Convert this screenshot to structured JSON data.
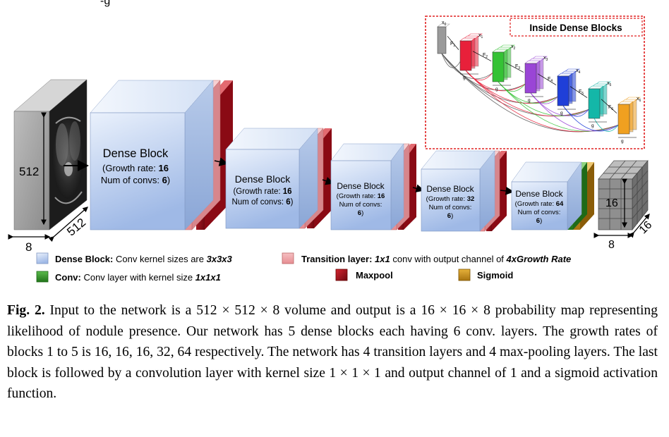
{
  "top_edge_text": "-g",
  "input_volume": {
    "height_label": "512",
    "depth_label": "512",
    "width_label": "8"
  },
  "dense_blocks": [
    {
      "title": "Dense Block",
      "growth": "(Growth rate: ",
      "growth_value": "16",
      "growth_end": "",
      "convs": "Num of convs: ",
      "convs_value": "6",
      "convs_end": ")"
    },
    {
      "title": "Dense Block",
      "growth": "(Growth rate: ",
      "growth_value": "16",
      "growth_end": "",
      "convs": "Num of convs: ",
      "convs_value": "6",
      "convs_end": ")"
    },
    {
      "title": "Dense Block",
      "growth": "(Growth rate: ",
      "growth_value": "16",
      "growth_end": "",
      "convs": "Num of convs:",
      "convs_value": "6",
      "convs_end": ")"
    },
    {
      "title": "Dense Block",
      "growth": "(Growth rate: ",
      "growth_value": "32",
      "growth_end": "",
      "convs": "Num of convs:",
      "convs_value": "6",
      "convs_end": ")"
    },
    {
      "title": "Dense Block",
      "growth": "(Growth rate: ",
      "growth_value": "64",
      "growth_end": "",
      "convs": "Num of convs:",
      "convs_value": "6",
      "convs_end": ")"
    }
  ],
  "output_volume": {
    "height_label": "16",
    "width_label": "8",
    "depth_label": "16"
  },
  "inset": {
    "title": "Inside Dense Blocks",
    "x_labels": [
      "x",
      "x",
      "x",
      "x",
      "x",
      "x",
      "x"
    ],
    "x_subscripts": [
      "0",
      "1",
      "2",
      "3",
      "4",
      "5",
      "6"
    ],
    "f_labels": [
      "F",
      "F",
      "F",
      "F",
      "F",
      "F"
    ],
    "f_subscripts": [
      "1",
      "2",
      "3",
      "4",
      "5",
      "6"
    ],
    "g_label": "g",
    "block_colors": [
      "#e8203a",
      "#35c235",
      "#9a45d6",
      "#1f3fd8",
      "#14b7a8",
      "#f0a020"
    ]
  },
  "legend": {
    "dense_block_bold": "Dense Block:",
    "dense_block_text": " Conv kernel sizes are ",
    "dense_block_italic": "3x3x3",
    "transition_bold": "Transition layer: ",
    "transition_italic": "1x1",
    "transition_text": " conv with output channel of ",
    "transition_italic2": "4xGrowth Rate",
    "conv_bold": "Conv:",
    "conv_text": " Conv layer with kernel size ",
    "conv_italic": "1x1x1",
    "maxpool": "Maxpool",
    "sigmoid": "Sigmoid"
  },
  "colors": {
    "dense_block": "#c6d6f2",
    "transition": "#f1a6aa",
    "maxpool": "#b1101d",
    "conv": "#3a9a31",
    "sigmoid": "#d4a020",
    "inset_border": "#e02020"
  },
  "caption": {
    "label": "Fig. 2.",
    "text": " Input to the network is a 512 × 512 × 8 volume and output is a 16 × 16 × 8 probability map representing likelihood of nodule presence. Our network has 5 dense blocks each having 6 conv. layers. The growth rates of blocks 1 to 5 is 16, 16, 16, 32, 64 respectively. The network has 4 transition layers and 4 max-pooling layers. The last block is followed by a convolution layer with kernel size 1 × 1 × 1 and output channel of 1 and a sigmoid activation function."
  }
}
